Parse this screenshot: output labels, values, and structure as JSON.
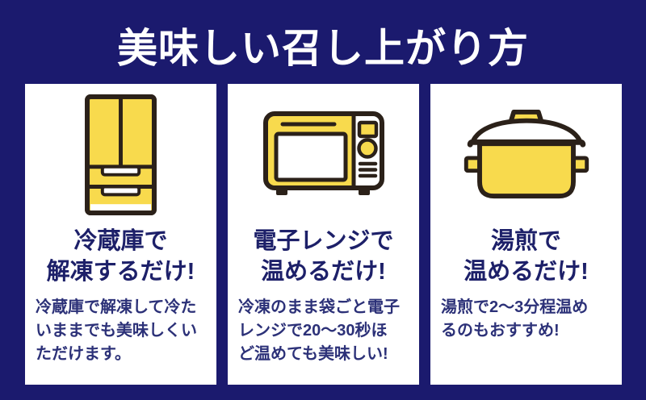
{
  "page": {
    "title": "美味しい召し上がり方"
  },
  "colors": {
    "background_navy": "#1b1a6e",
    "card_white": "#ffffff",
    "heading_navy": "#1d2069",
    "body_indigo": "#2c3178",
    "icon_yellow": "#f8da4d",
    "icon_outline": "#2b2119"
  },
  "cards": [
    {
      "icon": "refrigerator-icon",
      "heading_lines": [
        "冷蔵庫で",
        "解凍するだけ!"
      ],
      "body_lines": [
        "冷蔵庫で解凍して冷た",
        "いままでも美味しくい",
        "ただけます。"
      ]
    },
    {
      "icon": "microwave-icon",
      "heading_lines": [
        "電子レンジで",
        "温めるだけ!"
      ],
      "body_lines": [
        "冷凍のまま袋ごと電子",
        "レンジで20〜30秒ほ",
        "ど温めても美味しい!"
      ]
    },
    {
      "icon": "pot-icon",
      "heading_lines": [
        "湯煎で",
        "温めるだけ!"
      ],
      "body_lines": [
        "湯煎で2〜3分程温め",
        "るのもおすすめ!"
      ]
    }
  ]
}
